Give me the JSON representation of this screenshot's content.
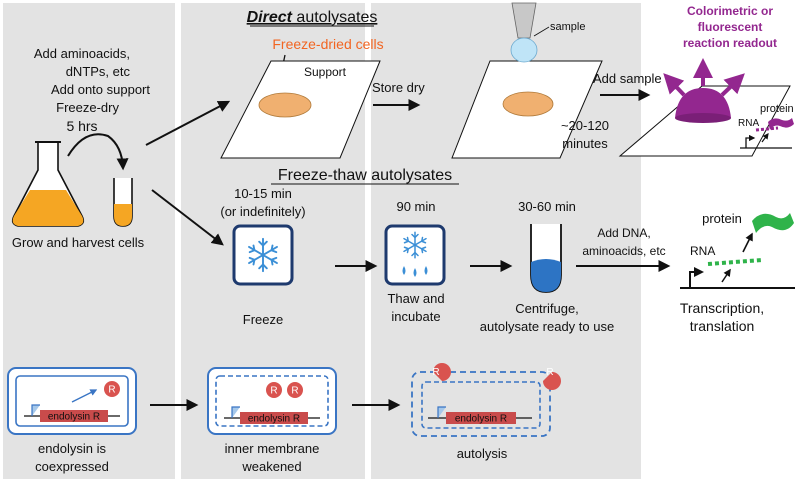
{
  "colors": {
    "panel_gray": "#e3e3e3",
    "accent_orange": "#f0b070",
    "orange_text": "#f26522",
    "purple": "#93278f",
    "blue_dark": "#1e3a6e",
    "blue_light": "#3b8fd6",
    "green": "#2fb34a",
    "red_protein": "#c94b4b",
    "membrane_blue": "#3a75c4"
  },
  "titles": {
    "direct_word": "Direct",
    "direct_rest": " autolysates",
    "freeze_thaw": "Freeze-thaw autolysates"
  },
  "labels": {
    "five_hrs": "5 hrs",
    "grow_harvest": "Grow and harvest cells",
    "add_steps": [
      "Add aminoacids,",
      "dNTPs, etc",
      "Add onto support",
      "Freeze-dry"
    ],
    "freeze_dried_cells": "Freeze-dried cells",
    "support": "Support",
    "store_dry": "Store dry",
    "sample": "sample",
    "time_20_120": [
      "~20-120",
      "minutes"
    ],
    "add_sample": "Add sample",
    "readout": [
      "Colorimetric or",
      "fluorescent",
      "reaction readout"
    ],
    "protein_top": "protein",
    "rna_top": "RNA",
    "time_freeze": [
      "10-15 min",
      "(or indefinitely)"
    ],
    "freeze": "Freeze",
    "time_90": "90 min",
    "thaw": [
      "Thaw and",
      "incubate"
    ],
    "time_30_60": "30-60 min",
    "centrifuge": [
      "Centrifuge,",
      "autolysate ready to use"
    ],
    "add_dna": [
      "Add DNA,",
      "aminoacids, etc"
    ],
    "protein_right": "protein",
    "rna_right": "RNA",
    "transcription": [
      "Transcription,",
      "translation"
    ],
    "endolysin_gene": "endolysin R",
    "r_protein": "R",
    "cell1_caption": [
      "endolysin is",
      "coexpressed"
    ],
    "cell2_caption": [
      "inner membrane",
      "weakened"
    ],
    "cell3_caption": "autolysis"
  },
  "icons": [
    "flask-icon",
    "tube-icon",
    "snowflake-icon",
    "thaw-snowflake-icon",
    "dropper-icon",
    "promoter-icon"
  ]
}
